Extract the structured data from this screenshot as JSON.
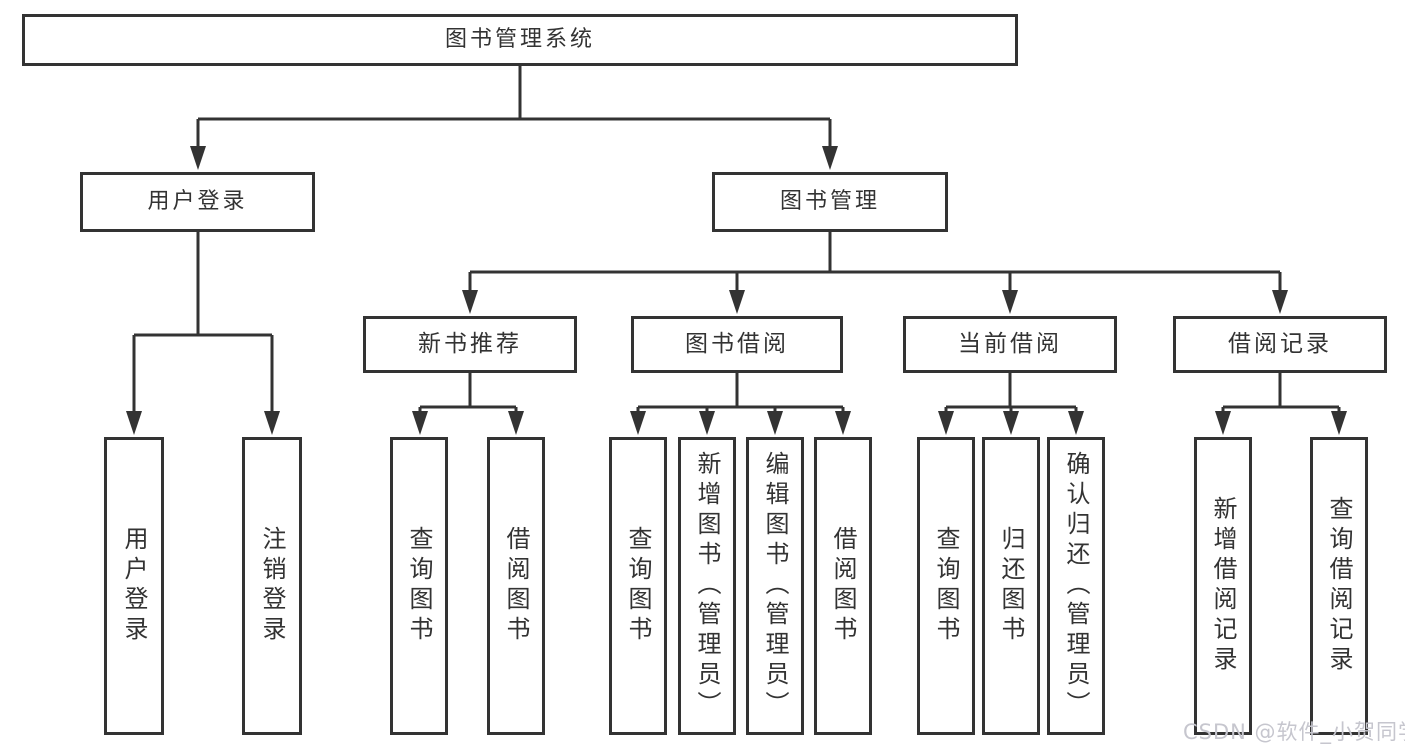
{
  "diagram": {
    "tree": {
      "root": {
        "label": "图书管理系统",
        "children": [
          {
            "label": "用户登录",
            "children": [
              {
                "label": "用户登录"
              },
              {
                "label": "注销登录"
              }
            ]
          },
          {
            "label": "图书管理",
            "children": [
              {
                "label": "新书推荐",
                "children": [
                  {
                    "label": "查询图书"
                  },
                  {
                    "label": "借阅图书"
                  }
                ]
              },
              {
                "label": "图书借阅",
                "children": [
                  {
                    "label": "查询图书"
                  },
                  {
                    "label": "新增图书（管理员）"
                  },
                  {
                    "label": "编辑图书（管理员）"
                  },
                  {
                    "label": "借阅图书"
                  }
                ]
              },
              {
                "label": "当前借阅",
                "children": [
                  {
                    "label": "查询图书"
                  },
                  {
                    "label": "归还图书"
                  },
                  {
                    "label": "确认归还（管理员）"
                  }
                ]
              },
              {
                "label": "借阅记录",
                "children": [
                  {
                    "label": "新增借阅记录"
                  },
                  {
                    "label": "查询借阅记录"
                  }
                ]
              }
            ]
          }
        ]
      }
    }
  },
  "watermark": {
    "text": "CSDN @软件_小贺同学"
  },
  "colors": {
    "line": "#333333",
    "bg": "#ffffff",
    "text": "#333333",
    "watermark": "#c6c6ce"
  }
}
